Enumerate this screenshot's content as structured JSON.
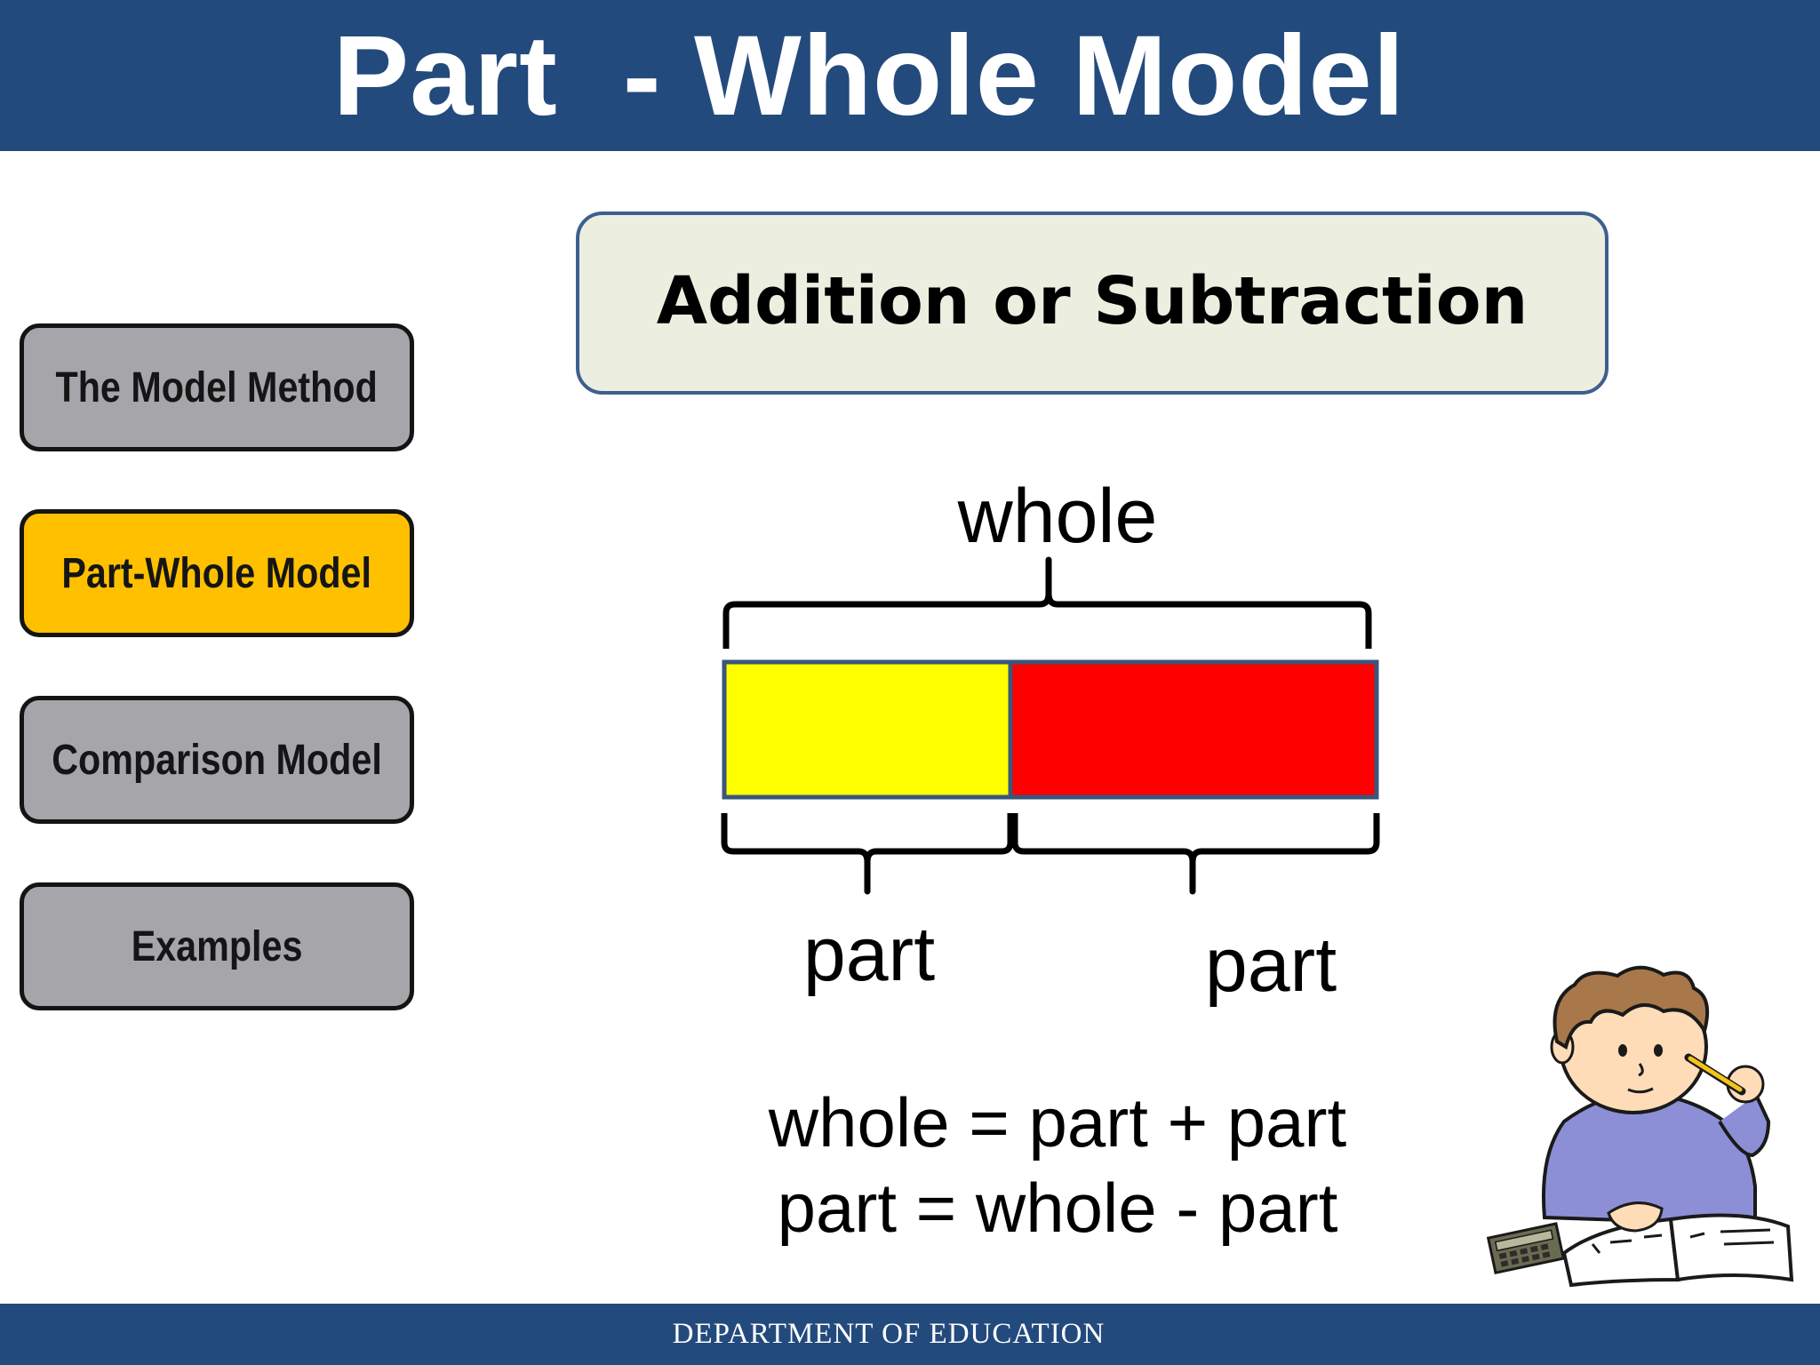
{
  "header": {
    "title": "Part  - Whole Model"
  },
  "nav": {
    "items": [
      {
        "label": "The Model Method",
        "active": false
      },
      {
        "label": "Part-Whole Model",
        "active": true
      },
      {
        "label": "Comparison Model",
        "active": false
      },
      {
        "label": "Examples",
        "active": false
      }
    ]
  },
  "subtitle": "Addition or Subtraction",
  "diagram": {
    "whole_label": "whole",
    "part_left_label": "part",
    "part_right_label": "part",
    "colors": {
      "part_left": "#ffff00",
      "part_right": "#ff0000",
      "bar_border": "#3b567a"
    }
  },
  "formulas": {
    "line1": "whole = part + part",
    "line2": "part = whole - part"
  },
  "illustration": {
    "icon": "student-doing-math-icon"
  },
  "footer": {
    "text": "DEPARTMENT OF EDUCATION"
  }
}
